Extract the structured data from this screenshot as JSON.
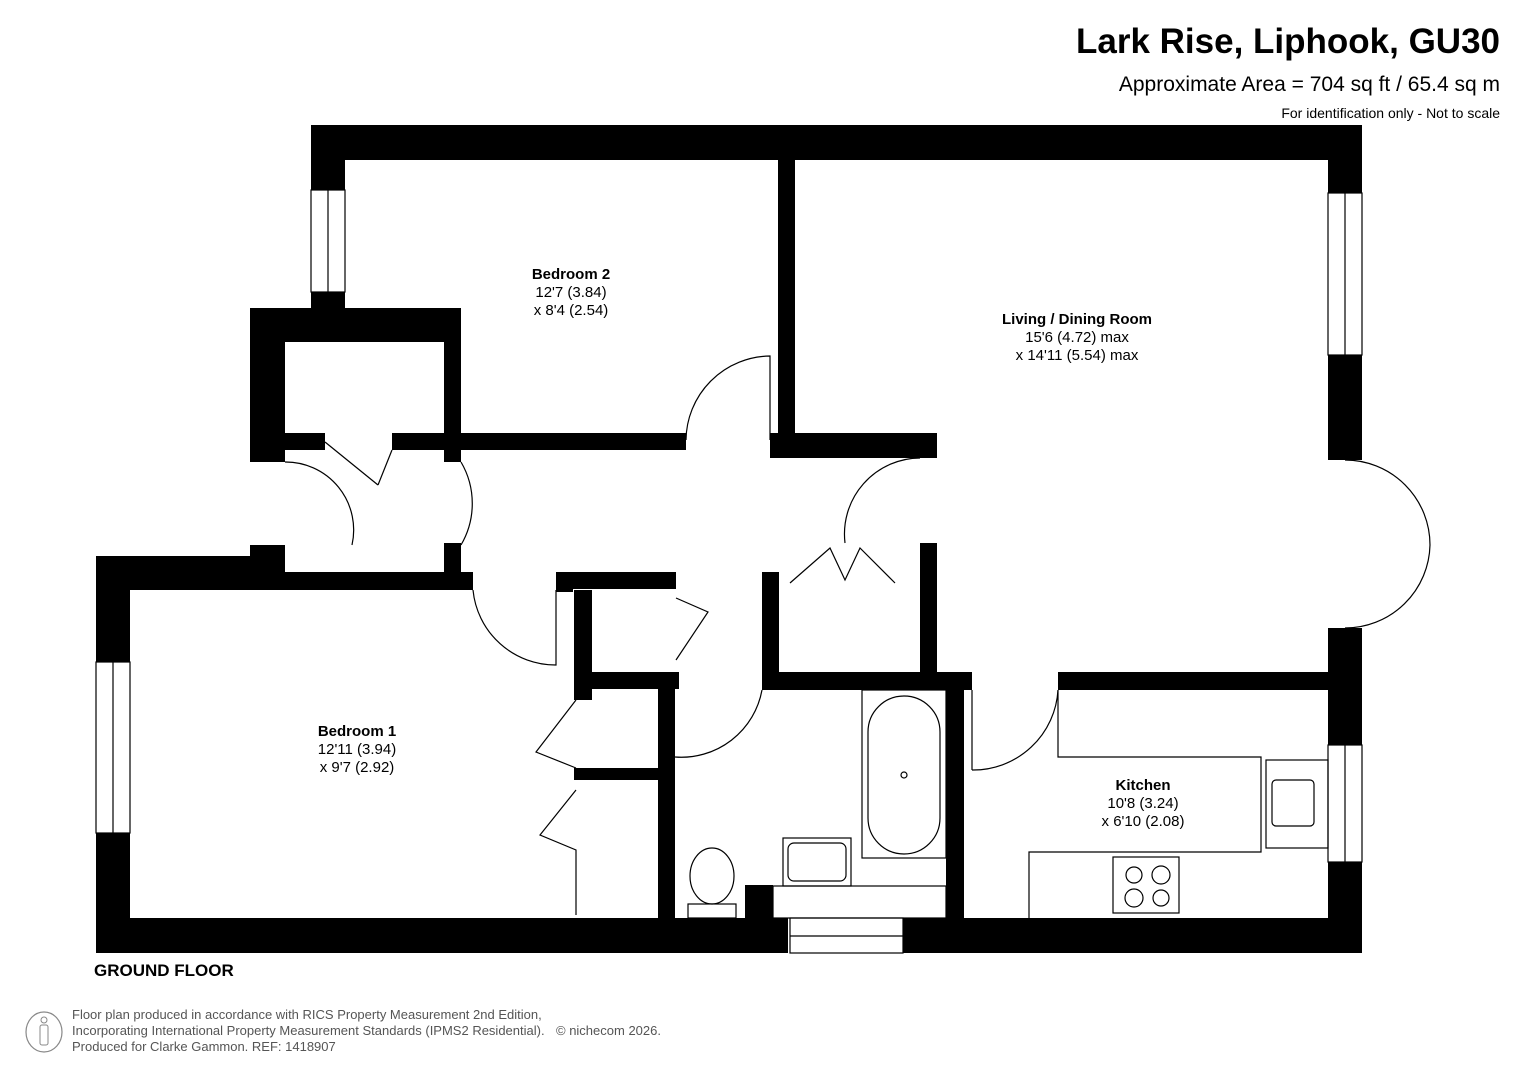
{
  "header": {
    "title": "Lark Rise, Liphook, GU30",
    "area": "Approximate Area = 704 sq ft / 65.4 sq m",
    "note": "For identification only - Not to scale"
  },
  "rooms": [
    {
      "name": "Bedroom 2",
      "dim1": "12'7 (3.84)",
      "dim2": "x 8'4 (2.54)"
    },
    {
      "name": "Living / Dining Room",
      "dim1": "15'6 (4.72) max",
      "dim2": "x 14'11 (5.54) max"
    },
    {
      "name": "Bedroom 1",
      "dim1": "12'11 (3.94)",
      "dim2": "x 9'7 (2.92)"
    },
    {
      "name": "Kitchen",
      "dim1": "10'8 (3.24)",
      "dim2": "x 6'10 (2.08)"
    }
  ],
  "floor_label": "GROUND FLOOR",
  "footer": {
    "lines": [
      "Floor plan produced in accordance with RICS Property Measurement 2nd Edition,",
      "Incorporating International Property Measurement Standards (IPMS2 Residential).",
      "Produced for Clarke Gammon.   REF:  1418907"
    ],
    "copyright": "© nichecom 2026."
  },
  "colors": {
    "wall": "#000000",
    "text": "#000000",
    "footer_text": "#555555"
  }
}
